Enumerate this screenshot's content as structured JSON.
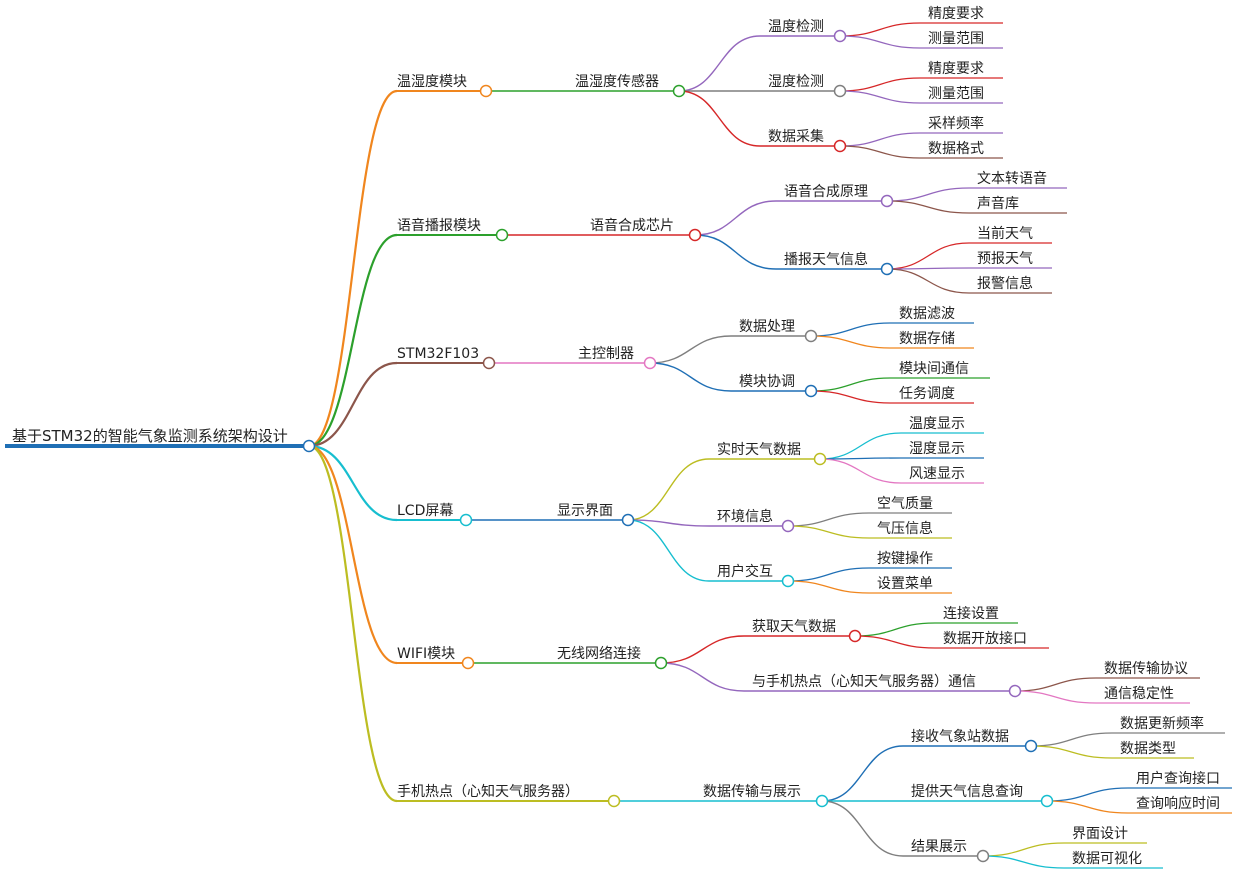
{
  "root": {
    "label": "基于STM32的智能气象监测系统架构设计",
    "color": "#1f6fb5",
    "children": [
      {
        "label": "温湿度模块",
        "color": "#f0861e",
        "children": [
          {
            "label": "温湿度传感器",
            "color": "#2ca02c",
            "children": [
              {
                "label": "温度检测",
                "color": "#9467bd",
                "children": [
                  {
                    "label": "精度要求",
                    "color": "#d62728"
                  },
                  {
                    "label": "测量范围",
                    "color": "#9467bd"
                  }
                ]
              },
              {
                "label": "湿度检测",
                "color": "#7f7f7f",
                "children": [
                  {
                    "label": "精度要求",
                    "color": "#d62728"
                  },
                  {
                    "label": "测量范围",
                    "color": "#9467bd"
                  }
                ]
              },
              {
                "label": "数据采集",
                "color": "#d62728",
                "children": [
                  {
                    "label": "采样频率",
                    "color": "#9467bd"
                  },
                  {
                    "label": "数据格式",
                    "color": "#8c564b"
                  }
                ]
              }
            ]
          }
        ]
      },
      {
        "label": "语音播报模块",
        "color": "#2ca02c",
        "children": [
          {
            "label": "语音合成芯片",
            "color": "#d62728",
            "children": [
              {
                "label": "语音合成原理",
                "color": "#9467bd",
                "children": [
                  {
                    "label": "文本转语音",
                    "color": "#9467bd"
                  },
                  {
                    "label": "声音库",
                    "color": "#8c564b"
                  }
                ]
              },
              {
                "label": "播报天气信息",
                "color": "#1f6fb5",
                "children": [
                  {
                    "label": "当前天气",
                    "color": "#d62728"
                  },
                  {
                    "label": "预报天气",
                    "color": "#9467bd"
                  },
                  {
                    "label": "报警信息",
                    "color": "#8c564b"
                  }
                ]
              }
            ]
          }
        ]
      },
      {
        "label": "STM32F103",
        "color": "#8c564b",
        "children": [
          {
            "label": "主控制器",
            "color": "#e377c2",
            "children": [
              {
                "label": "数据处理",
                "color": "#7f7f7f",
                "children": [
                  {
                    "label": "数据滤波",
                    "color": "#1f6fb5"
                  },
                  {
                    "label": "数据存储",
                    "color": "#f0861e"
                  }
                ]
              },
              {
                "label": "模块协调",
                "color": "#1f6fb5",
                "children": [
                  {
                    "label": "模块间通信",
                    "color": "#2ca02c"
                  },
                  {
                    "label": "任务调度",
                    "color": "#d62728"
                  }
                ]
              }
            ]
          }
        ]
      },
      {
        "label": "LCD屏幕",
        "color": "#17becf",
        "children": [
          {
            "label": "显示界面",
            "color": "#1f6fb5",
            "children": [
              {
                "label": "实时天气数据",
                "color": "#bcbd22",
                "children": [
                  {
                    "label": "温度显示",
                    "color": "#17becf"
                  },
                  {
                    "label": "湿度显示",
                    "color": "#1f6fb5"
                  },
                  {
                    "label": "风速显示",
                    "color": "#e377c2"
                  }
                ]
              },
              {
                "label": "环境信息",
                "color": "#9467bd",
                "children": [
                  {
                    "label": "空气质量",
                    "color": "#7f7f7f"
                  },
                  {
                    "label": "气压信息",
                    "color": "#bcbd22"
                  }
                ]
              },
              {
                "label": "用户交互",
                "color": "#17becf",
                "children": [
                  {
                    "label": "按键操作",
                    "color": "#1f6fb5"
                  },
                  {
                    "label": "设置菜单",
                    "color": "#f0861e"
                  }
                ]
              }
            ]
          }
        ]
      },
      {
        "label": "WIFI模块",
        "color": "#f0861e",
        "children": [
          {
            "label": "无线网络连接",
            "color": "#2ca02c",
            "children": [
              {
                "label": "获取天气数据",
                "color": "#d62728",
                "children": [
                  {
                    "label": "连接设置",
                    "color": "#2ca02c"
                  },
                  {
                    "label": "数据开放接口",
                    "color": "#d62728"
                  }
                ]
              },
              {
                "label": "与手机热点（心知天气服务器）通信",
                "color": "#9467bd",
                "children": [
                  {
                    "label": "数据传输协议",
                    "color": "#8c564b"
                  },
                  {
                    "label": "通信稳定性",
                    "color": "#e377c2"
                  }
                ]
              }
            ]
          }
        ]
      },
      {
        "label": "手机热点（心知天气服务器）",
        "color": "#bcbd22",
        "children": [
          {
            "label": "数据传输与展示",
            "color": "#17becf",
            "children": [
              {
                "label": "接收气象站数据",
                "color": "#1f6fb5",
                "children": [
                  {
                    "label": "数据更新频率",
                    "color": "#7f7f7f"
                  },
                  {
                    "label": "数据类型",
                    "color": "#bcbd22"
                  }
                ]
              },
              {
                "label": "提供天气信息查询",
                "color": "#17becf",
                "children": [
                  {
                    "label": "用户查询接口",
                    "color": "#1f6fb5"
                  },
                  {
                    "label": "查询响应时间",
                    "color": "#f0861e"
                  }
                ]
              },
              {
                "label": "结果展示",
                "color": "#7f7f7f",
                "children": [
                  {
                    "label": "界面设计",
                    "color": "#bcbd22"
                  },
                  {
                    "label": "数据可视化",
                    "color": "#17becf"
                  }
                ]
              }
            ]
          }
        ]
      }
    ]
  }
}
